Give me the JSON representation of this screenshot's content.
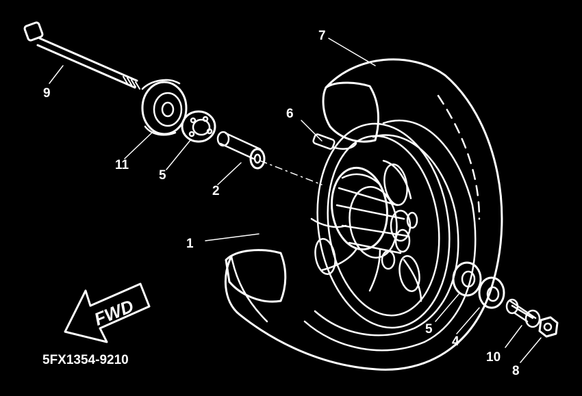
{
  "diagram": {
    "callouts": {
      "c1": "1",
      "c2": "2",
      "c4": "4",
      "c5_left": "5",
      "c5_right": "5",
      "c6": "6",
      "c7": "7",
      "c8": "8",
      "c9": "9",
      "c10": "10",
      "c11": "11"
    },
    "direction_label": "FWD",
    "part_code": "5FX1354-9210",
    "colors": {
      "background": "#000000",
      "ink": "#ffffff"
    }
  }
}
